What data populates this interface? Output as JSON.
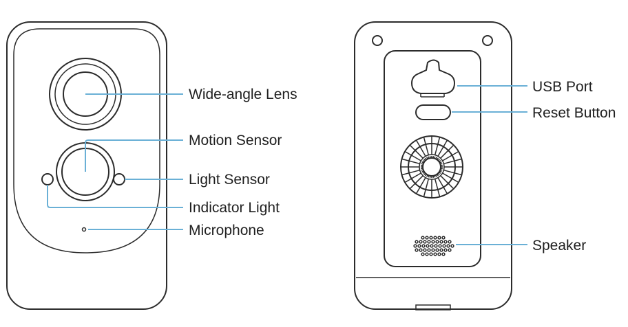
{
  "front_labels": {
    "lens": "Wide-angle Lens",
    "motion": "Motion Sensor",
    "light": "Light Sensor",
    "indicator": "Indicator Light",
    "mic": "Microphone"
  },
  "back_labels": {
    "usb": "USB Port",
    "reset": "Reset Button",
    "speaker": "Speaker"
  },
  "colors": {
    "outline": "#2b2b2b",
    "leader": "#6ab0d6",
    "text": "#1f1f1f",
    "background": "#ffffff"
  }
}
